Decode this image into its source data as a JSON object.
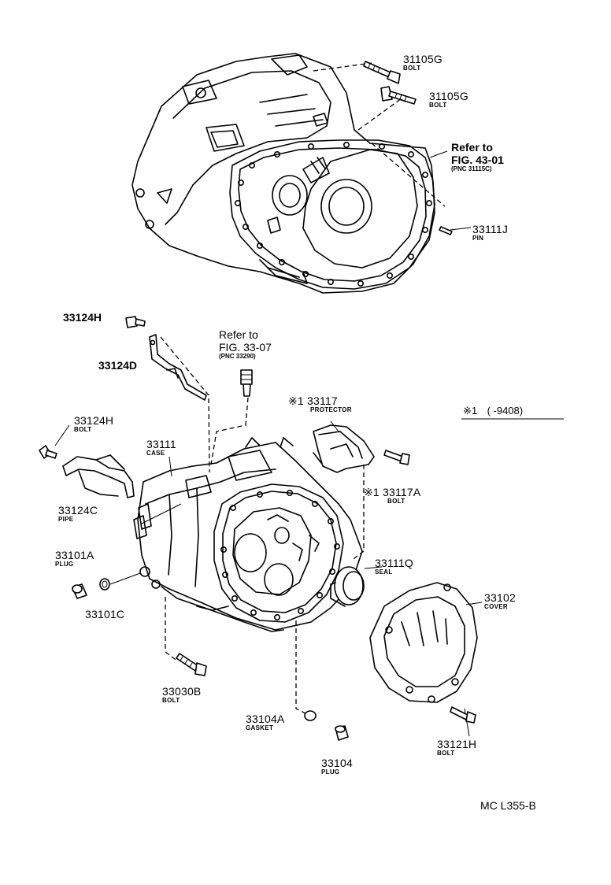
{
  "diagram_id": "MC  L355-B",
  "legend": {
    "symbol": "※1",
    "range": "(     -9408)"
  },
  "parts": [
    {
      "id": "p-31105G-a",
      "number": "31105G",
      "name": "BOLT"
    },
    {
      "id": "p-31105G-b",
      "number": "31105G",
      "name": "BOLT"
    },
    {
      "id": "p-33111J",
      "number": "33111J",
      "name": "PIN"
    },
    {
      "id": "p-33124H-top",
      "number": "33124H",
      "name": ""
    },
    {
      "id": "p-33124D",
      "number": "33124D",
      "name": ""
    },
    {
      "id": "p-33117",
      "number": "※1 33117",
      "name": "PROTECTOR"
    },
    {
      "id": "p-33124H",
      "number": "33124H",
      "name": "BOLT"
    },
    {
      "id": "p-33111",
      "number": "33111",
      "name": "CASE"
    },
    {
      "id": "p-33124C",
      "number": "33124C",
      "name": "PIPE"
    },
    {
      "id": "p-33117A",
      "number": "※1 33117A",
      "name": "BOLT"
    },
    {
      "id": "p-33101A",
      "number": "33101A",
      "name": "PLUG"
    },
    {
      "id": "p-33111Q",
      "number": "33111Q",
      "name": "SEAL"
    },
    {
      "id": "p-33101C",
      "number": "33101C",
      "name": ""
    },
    {
      "id": "p-33102",
      "number": "33102",
      "name": "COVER"
    },
    {
      "id": "p-33030B",
      "number": "33030B",
      "name": "BOLT"
    },
    {
      "id": "p-33104A",
      "number": "33104A",
      "name": "GASKET"
    },
    {
      "id": "p-33104",
      "number": "33104",
      "name": "PLUG"
    },
    {
      "id": "p-33121H",
      "number": "33121H",
      "name": "BOLT"
    }
  ],
  "references": [
    {
      "id": "ref-43-01",
      "line1": "Refer to",
      "line2": "FIG. 43-01",
      "line3": "(PNC 31115C)"
    },
    {
      "id": "ref-33-07",
      "line1": "Refer to",
      "line2": "FIG. 33-07",
      "line3": "(PNC  33290)"
    }
  ]
}
